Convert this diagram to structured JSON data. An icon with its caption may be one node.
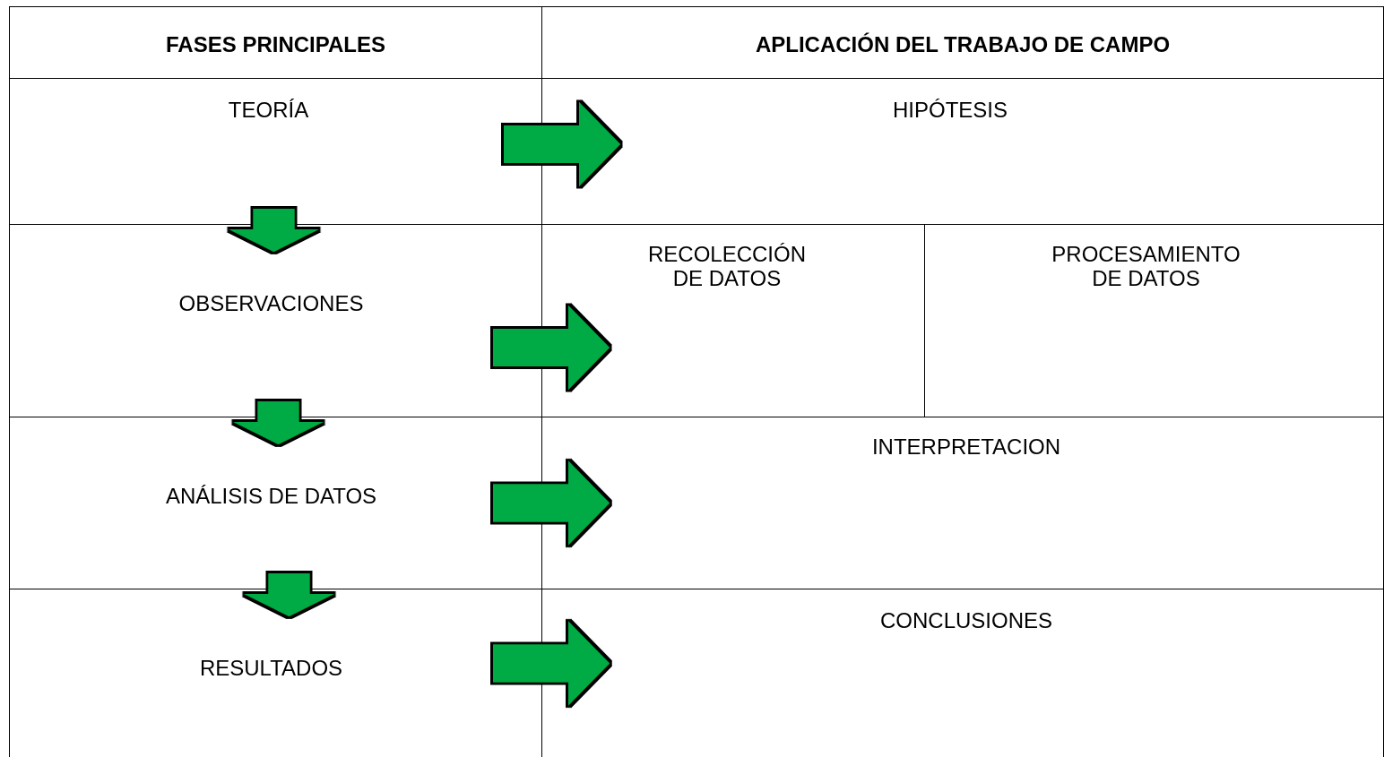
{
  "diagram": {
    "nodes": [
      {
        "text": [
          "FASES PRINCIPALES"
        ]
      },
      {
        "text": [
          "APLICACIÓN DEL TRABAJO DE CAMPO"
        ]
      },
      {
        "text": [
          "TEORÍA"
        ]
      },
      {
        "text": [
          "HIPÓTESIS"
        ]
      },
      {
        "text": [
          "OBSERVACIONES"
        ]
      },
      {
        "text": [
          "RECOLECCIÓN DE DATOS"
        ]
      },
      {
        "text": [
          "PROCESAMIENTO DE DATOS"
        ]
      },
      {
        "text": [
          "ANÁLISIS DE DATOS"
        ]
      },
      {
        "text": [
          "INTERPRETACION"
        ]
      },
      {
        "text": [
          "RESULTADOS"
        ]
      },
      {
        "text": [
          "CONCLUSIONES"
        ]
      }
    ],
    "edges": [
      {
        "from": 2,
        "to": 3,
        "arrow": "to"
      },
      {
        "from": 2,
        "to": 4,
        "arrow": "to"
      },
      {
        "from": 4,
        "to": 5,
        "arrow": "to"
      },
      {
        "from": 4,
        "to": 7,
        "arrow": "to"
      },
      {
        "from": 7,
        "to": 8,
        "arrow": "to"
      },
      {
        "from": 7,
        "to": 9,
        "arrow": "to"
      },
      {
        "from": 9,
        "to": 10,
        "arrow": "to"
      }
    ]
  }
}
